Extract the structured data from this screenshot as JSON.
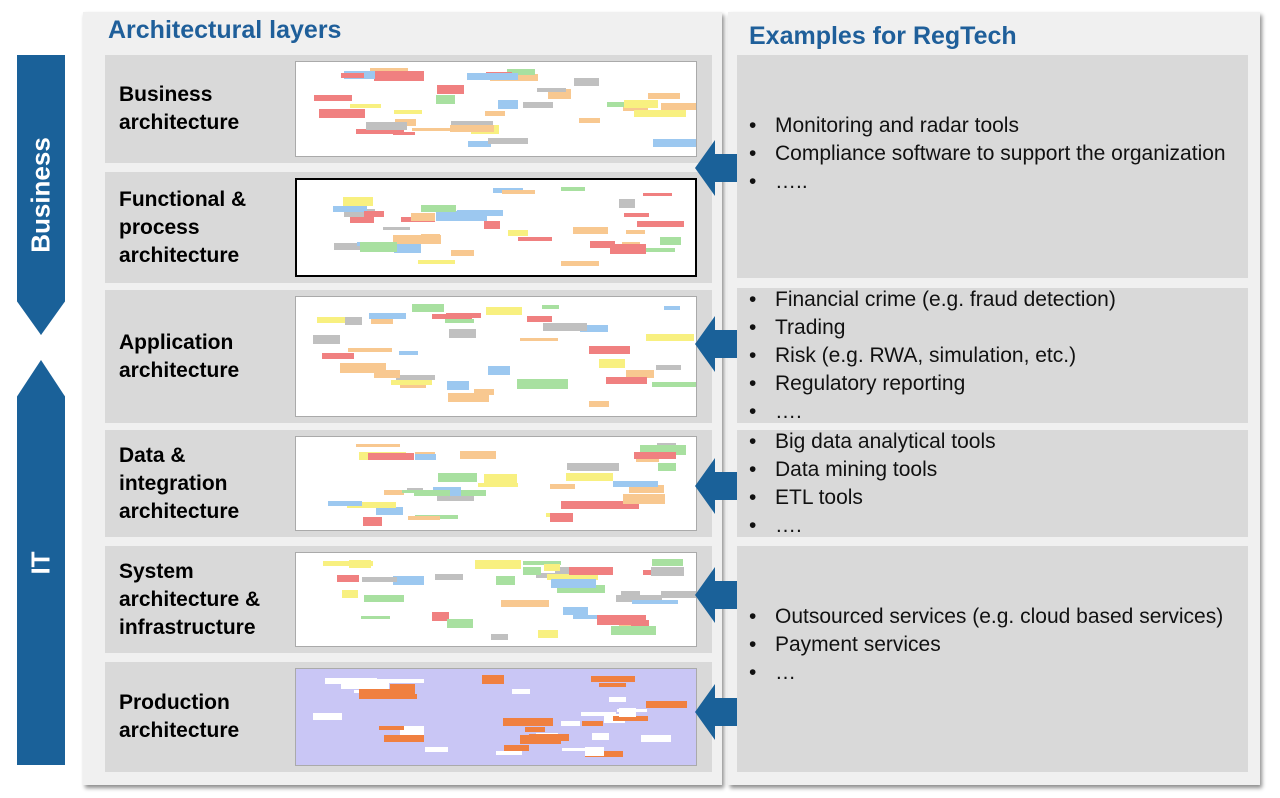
{
  "left_title": "Architectural layers",
  "right_title": "Examples for RegTech",
  "banners": {
    "business": "Business",
    "it": "IT"
  },
  "accent_color": "#1a6199",
  "layers": [
    {
      "label": "Business\narchitecture"
    },
    {
      "label": "Functional &\nprocess\narchitecture"
    },
    {
      "label": "Application\narchitecture"
    },
    {
      "label": "Data &\nintegration\narchitecture"
    },
    {
      "label": "System\narchitecture &\ninfrastructure"
    },
    {
      "label": "Production\narchitecture"
    }
  ],
  "examples": [
    {
      "items": [
        "Monitoring and radar tools",
        "Compliance software to support the organization",
        "….."
      ]
    },
    {
      "items": [
        "Financial crime (e.g. fraud detection)",
        "Trading",
        "Risk (e.g. RWA, simulation, etc.)",
        "Regulatory reporting",
        "…."
      ]
    },
    {
      "items": [
        "Big data analytical tools",
        "Data mining tools",
        "ETL tools",
        "…."
      ]
    },
    {
      "items": [
        "Outsourced services (e.g. cloud based services)",
        "Payment services",
        "…"
      ]
    }
  ]
}
